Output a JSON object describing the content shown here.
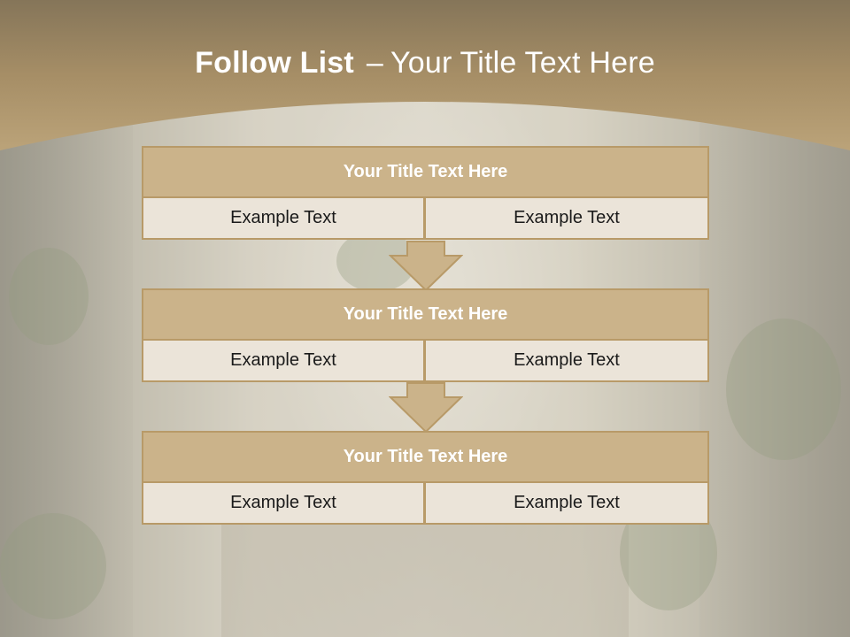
{
  "colors": {
    "header_band": "#b09a70",
    "title_box": "#cbb38a",
    "box_border": "#b89a68",
    "cell_fill": "#ebe4d9",
    "arrow_fill": "#cbb38a"
  },
  "slide": {
    "title_bold": "Follow List",
    "title_dash": "–",
    "title_rest": "Your Title Text Here"
  },
  "steps": [
    {
      "title": "Your Title Text Here",
      "left": "Example Text",
      "right": "Example Text"
    },
    {
      "title": "Your Title Text Here",
      "left": "Example Text",
      "right": "Example Text"
    },
    {
      "title": "Your Title Text Here",
      "left": "Example Text",
      "right": "Example Text"
    }
  ]
}
